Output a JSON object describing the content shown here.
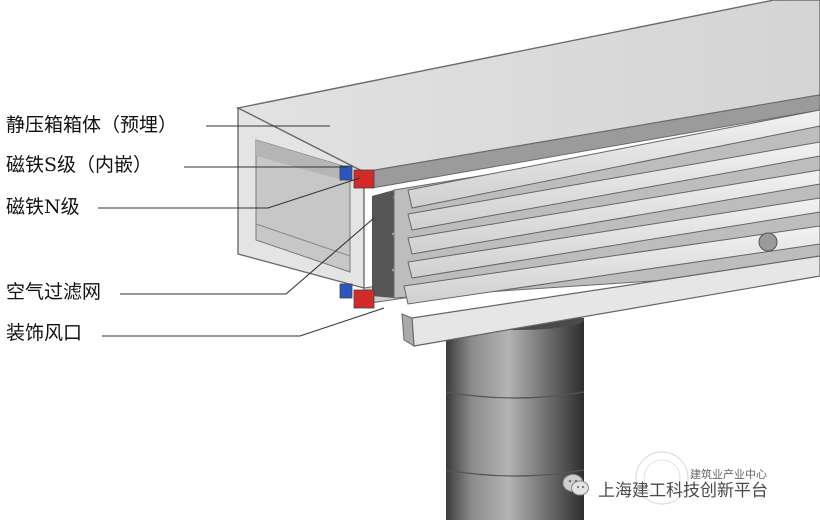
{
  "labels": [
    "静压箱箱体（预埋）",
    "磁铁S级（内嵌）",
    "磁铁N级",
    "空气过滤网",
    "装饰风口"
  ],
  "watermark": {
    "main": "上海建工科技创新平台",
    "sub": "建筑业产业中心",
    "icon": "wechat-icon"
  },
  "colors": {
    "magnet_s": "#d42a2a",
    "magnet_n": "#2c55c0",
    "duct": "#6f6f6f",
    "box": "#d9d9d9"
  }
}
